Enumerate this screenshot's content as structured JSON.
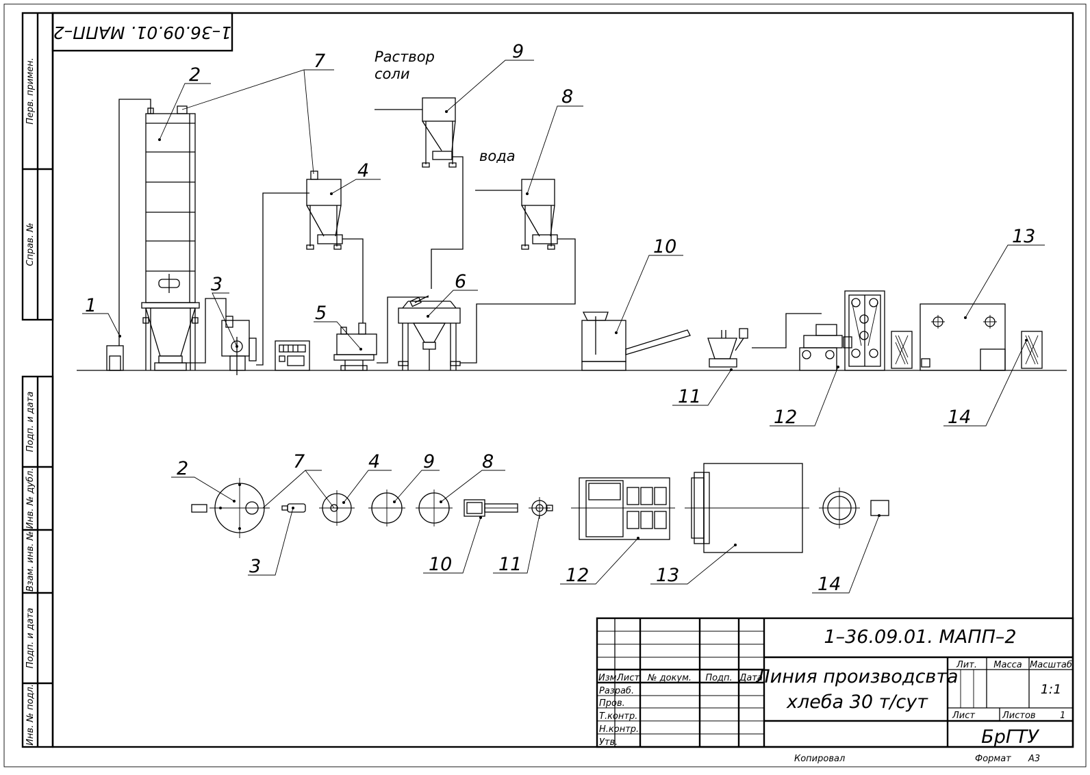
{
  "drawing": {
    "code": "1–36.09.01. МАПП–2",
    "code_mirrored": "1–36.09.01. МАПП–2",
    "title_line1": "Линия производсвта",
    "title_line2": "хлеба 30 т/сут",
    "organization": "БрГТУ",
    "scale": "1:1",
    "sheets_total": "1",
    "format_label": "Формат",
    "format": "А3",
    "copied_label": "Копировал"
  },
  "annotations": {
    "salt_solution_line1": "Раствор",
    "salt_solution_line2": "соли",
    "water": "вода"
  },
  "side_stamp": {
    "first_use": "Перв. примен.",
    "ref_no": "Справ. №",
    "sign_date_1": "Подп. и дата",
    "dup_no": "Инв. № дубл.",
    "replace_no": "Взам. инв. №",
    "sign_date_2": "Подп. и дата",
    "orig_no": "Инв. № подл."
  },
  "title_block": {
    "col_change": "Изм.",
    "col_sheet": "Лист",
    "col_doc": "№ докум.",
    "col_sign": "Подп.",
    "col_date": "Дата",
    "row_developed": "Разраб.",
    "row_checked": "Пров.",
    "row_tcontrol": "Т.контр.",
    "row_ncontrol": "Н.контр.",
    "row_approved": "Утв.",
    "lit": "Лит.",
    "mass": "Масса",
    "scale_hdr": "Масштаб",
    "sheet": "Лист",
    "sheets": "Листов"
  },
  "callouts": {
    "top": [
      "1",
      "2",
      "3",
      "4",
      "5",
      "6",
      "7",
      "8",
      "9",
      "10",
      "11",
      "12",
      "13",
      "14"
    ],
    "plan": [
      "2",
      "7",
      "4",
      "9",
      "8",
      "3",
      "10",
      "11",
      "12",
      "13",
      "14"
    ]
  }
}
